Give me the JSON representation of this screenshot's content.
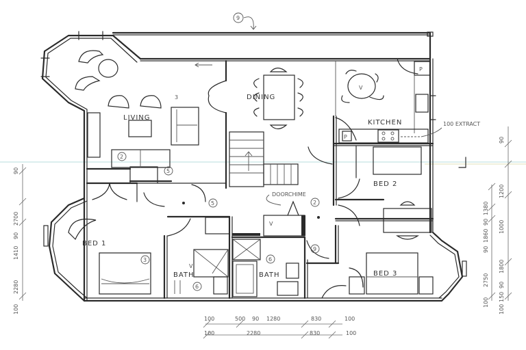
{
  "plan": {
    "type": "hand-sketched floor plan",
    "rooms": {
      "living": "LIVING",
      "dining": "DINING",
      "kitchen": "KITCHEN",
      "bed1": "BED 1",
      "bed2": "BED 2",
      "bed3": "BED 3",
      "bath1": "BATH",
      "bath2": "BATH"
    },
    "annotations": {
      "extract": "100 EXTRACT",
      "door_chime": "DOORCHIME",
      "pantry_top": "P",
      "pantry_bottom": "P",
      "marker_living_3": "3",
      "note_9_top": "9",
      "note_2_living": "2",
      "note_5_hall": "5",
      "note_5_bath": "5",
      "note_3_bed1": "3",
      "note_6_bath1": "6",
      "note_6_bath2": "6",
      "note_2_hall": "2",
      "note_9_hall": "9",
      "v_kitchen": "V",
      "v_bath1": "V",
      "v_bath2": "V"
    },
    "dimensions": {
      "bottom_row1": [
        "100",
        "500",
        "90",
        "1280",
        "830",
        "100"
      ],
      "bottom_row2": [
        "100",
        "2280",
        "830",
        "100"
      ],
      "left": [
        "90",
        "2700",
        "90",
        "1410",
        "2280",
        "100"
      ],
      "right_inner": [
        "2750",
        "90",
        "1860",
        "90",
        "1380",
        "100"
      ],
      "right_outer": [
        "90",
        "1200",
        "1000",
        "1800",
        "90",
        "150",
        "100"
      ]
    }
  }
}
